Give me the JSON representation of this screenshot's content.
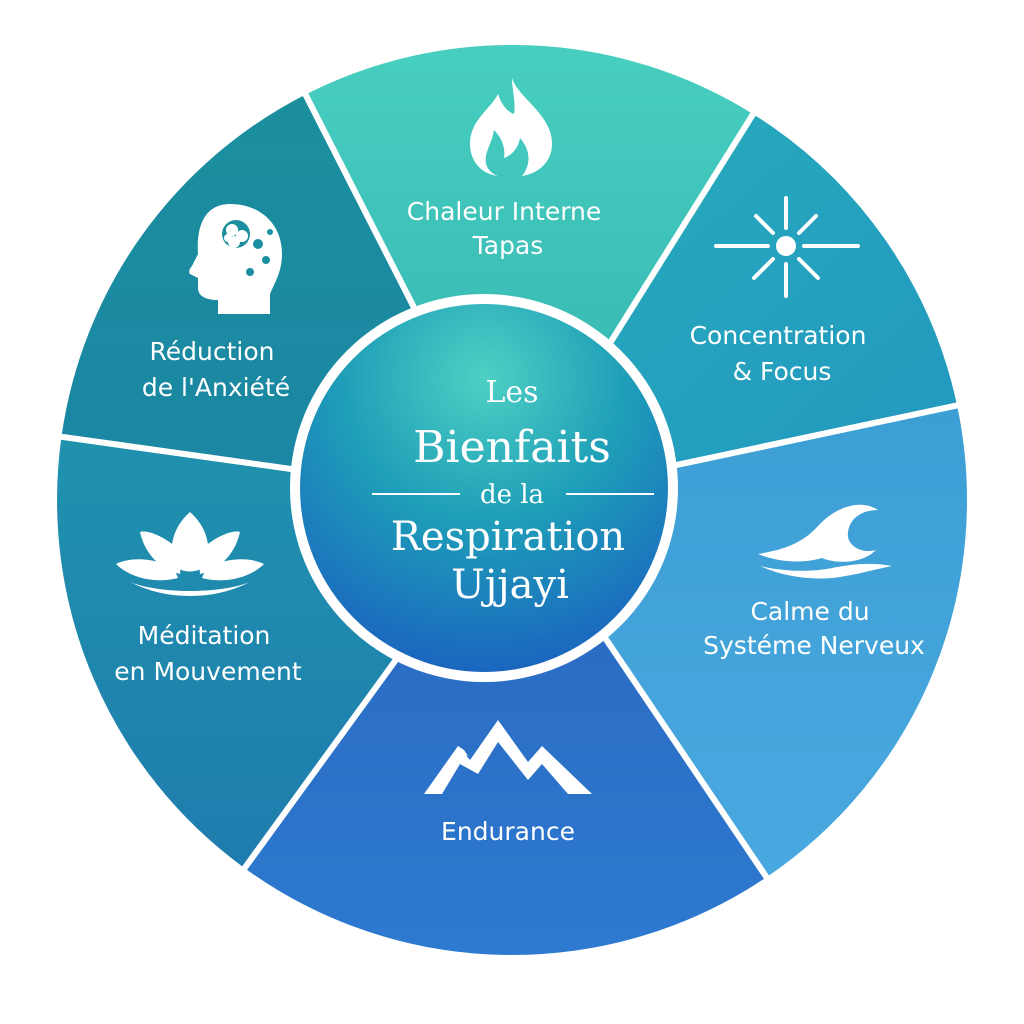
{
  "center": {
    "line1": "Les",
    "line2": "Bienfaits",
    "line3": "de la",
    "line4": "Respiration",
    "line5": "Ujjayi"
  },
  "segments": [
    {
      "id": "chaleur",
      "icon": "flame-icon",
      "lines": [
        "Chaleur Interne",
        "Tapas"
      ],
      "color": "#3cbcb4"
    },
    {
      "id": "concentration",
      "icon": "sun-icon",
      "lines": [
        "Concentration",
        "& Focus"
      ],
      "color": "#26a3b8"
    },
    {
      "id": "calme",
      "icon": "wave-icon",
      "lines": [
        "Calme du",
        "Systéme Nerveux"
      ],
      "color": "#3a97d0"
    },
    {
      "id": "endurance",
      "icon": "mountain-icon",
      "lines": [
        "Endurance"
      ],
      "color": "#2a6fc0"
    },
    {
      "id": "meditation",
      "icon": "lotus-icon",
      "lines": [
        "Méditation",
        "en Mouvement"
      ],
      "color": "#1f89a8"
    },
    {
      "id": "anxiete",
      "icon": "head-icon",
      "lines": [
        "Réduction",
        "de l'Anxiété"
      ],
      "color": "#1a8aa0"
    }
  ]
}
